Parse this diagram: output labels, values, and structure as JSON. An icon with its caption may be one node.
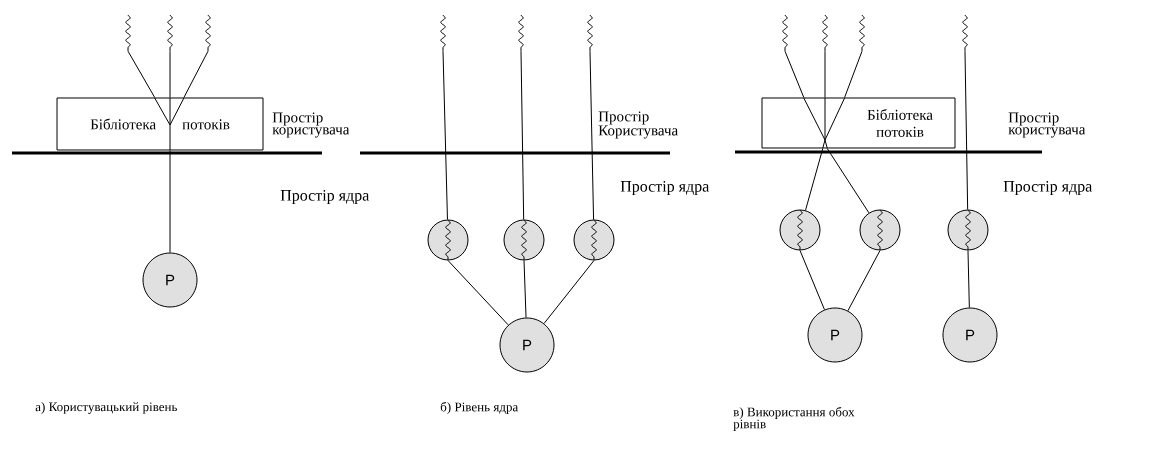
{
  "diagram": {
    "nodes": [
      {
        "text": [
          "Бібліотека потоків"
        ]
      },
      {
        "text": [],
        "shape": "wave"
      },
      {
        "text": [],
        "shape": "wave"
      },
      {
        "text": [],
        "shape": "wave"
      },
      {
        "text": [
          "P"
        ]
      },
      {
        "text": [],
        "shape": "wave"
      },
      {
        "text": [],
        "shape": "wave"
      },
      {
        "text": [],
        "shape": "wave"
      },
      {
        "text": [],
        "shape": "circle"
      },
      {
        "text": [],
        "shape": "circle"
      },
      {
        "text": [],
        "shape": "circle"
      },
      {
        "text": [
          "P"
        ]
      },
      {
        "text": [
          "Бібліотека потоків"
        ]
      },
      {
        "text": [],
        "shape": "wave"
      },
      {
        "text": [],
        "shape": "wave"
      },
      {
        "text": [],
        "shape": "wave"
      },
      {
        "text": [],
        "shape": "wave"
      },
      {
        "text": [],
        "shape": "circle"
      },
      {
        "text": [],
        "shape": "circle"
      },
      {
        "text": [],
        "shape": "circle"
      },
      {
        "text": [
          "P"
        ]
      },
      {
        "text": [
          "P"
        ]
      }
    ],
    "edges": [
      {
        "from": 1,
        "to": 0,
        "arrow": "none"
      },
      {
        "from": 2,
        "to": 0,
        "arrow": "none"
      },
      {
        "from": 3,
        "to": 0,
        "arrow": "none"
      },
      {
        "from": 0,
        "to": 4,
        "arrow": "none"
      },
      {
        "from": 5,
        "to": 8,
        "arrow": "none"
      },
      {
        "from": 6,
        "to": 9,
        "arrow": "none"
      },
      {
        "from": 7,
        "to": 10,
        "arrow": "none"
      },
      {
        "from": 8,
        "to": 11,
        "arrow": "none"
      },
      {
        "from": 9,
        "to": 11,
        "arrow": "none"
      },
      {
        "from": 10,
        "to": 11,
        "arrow": "none"
      },
      {
        "from": 13,
        "to": 12,
        "arrow": "none"
      },
      {
        "from": 14,
        "to": 12,
        "arrow": "none"
      },
      {
        "from": 15,
        "to": 12,
        "arrow": "none"
      },
      {
        "from": 12,
        "to": 17,
        "arrow": "none"
      },
      {
        "from": 12,
        "to": 18,
        "arrow": "none"
      },
      {
        "from": 16,
        "to": 19,
        "arrow": "none"
      },
      {
        "from": 17,
        "to": 20,
        "arrow": "none"
      },
      {
        "from": 18,
        "to": 20,
        "arrow": "none"
      },
      {
        "from": 19,
        "to": 21,
        "arrow": "none"
      }
    ],
    "labels": [
      "Простір користувача",
      "Простір ядра",
      "Простір Користувача",
      "Простір ядра",
      "Простір користувача",
      "Простір ядра",
      "а) Користувацький рівень",
      "б) Рівень ядра",
      "в) Використання обох рівнів"
    ]
  }
}
